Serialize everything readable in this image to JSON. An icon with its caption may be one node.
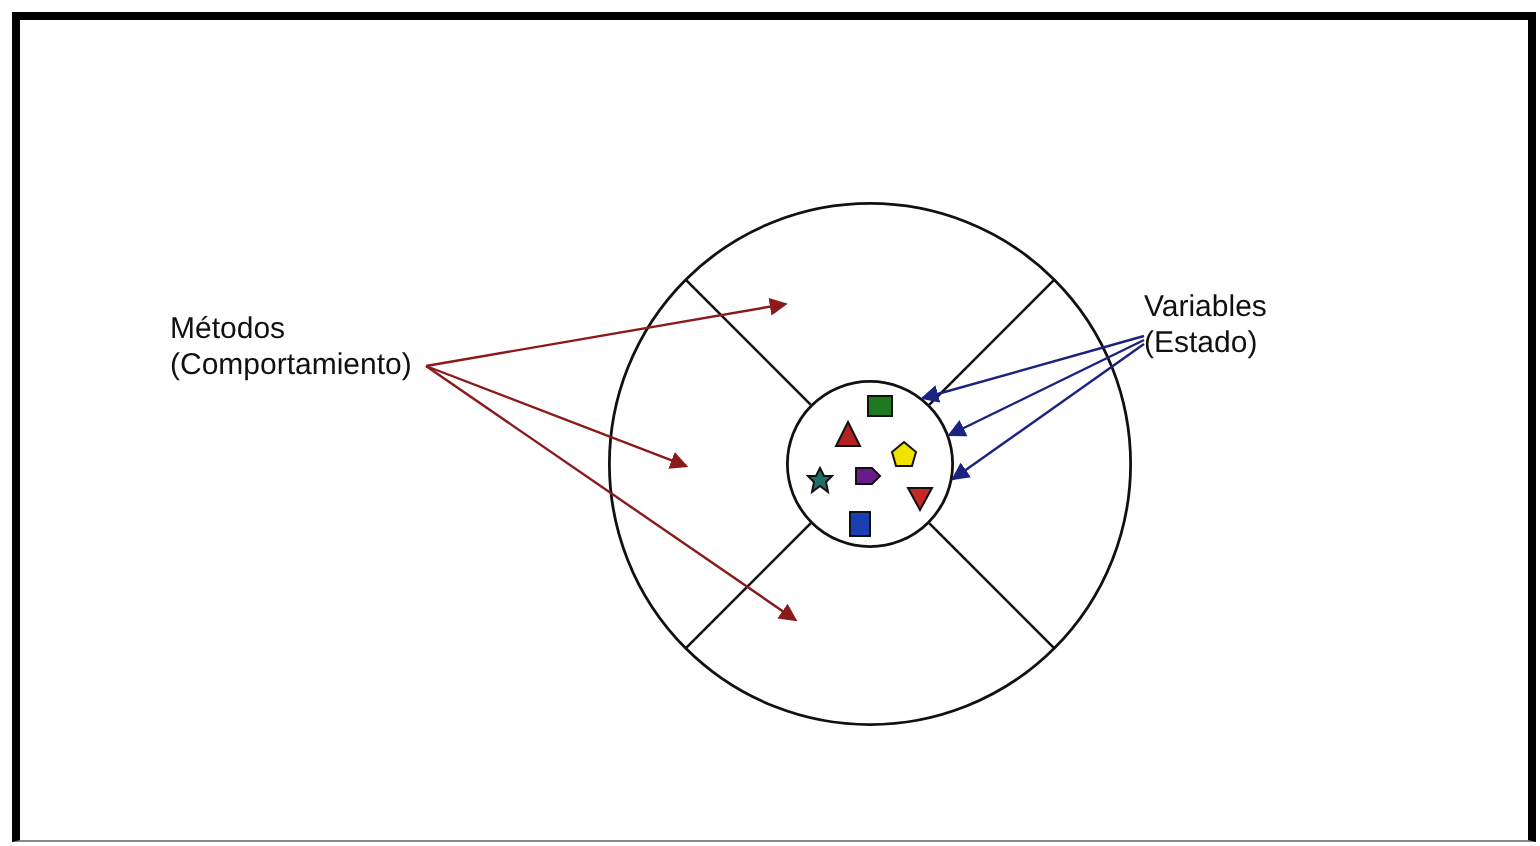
{
  "diagram": {
    "nodes": [
      {
        "text": [
          "Métodos (Comportamiento)"
        ]
      },
      {
        "text": [
          "Variables (Estado)"
        ]
      },
      {
        "text": [],
        "shape": "circle"
      },
      {
        "text": [],
        "shape": "circle",
        "in": 2
      }
    ],
    "edges": [
      {
        "from": 0,
        "to": 2,
        "arrow": "to",
        "color": "#8b1a1a"
      },
      {
        "from": 0,
        "to": 2,
        "arrow": "to",
        "color": "#8b1a1a"
      },
      {
        "from": 0,
        "to": 2,
        "arrow": "to",
        "color": "#8b1a1a"
      },
      {
        "from": 1,
        "to": 3,
        "arrow": "to",
        "color": "#1a237e"
      },
      {
        "from": 1,
        "to": 3,
        "arrow": "to",
        "color": "#1a237e"
      },
      {
        "from": 1,
        "to": 3,
        "arrow": "to",
        "color": "#1a237e"
      }
    ]
  }
}
